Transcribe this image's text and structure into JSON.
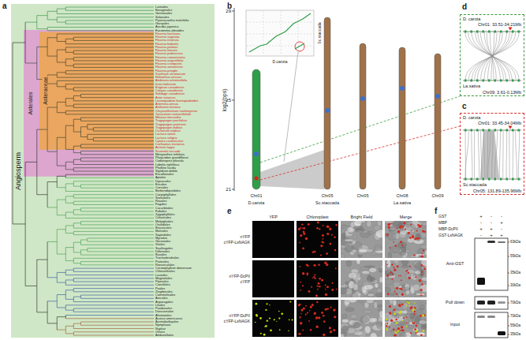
{
  "diagram": {
    "nodes": [
      {
        "text": [
          "Angiosperm"
        ]
      },
      {
        "text": [
          "Asterales"
        ],
        "in": 0
      },
      {
        "text": [
          "Asteraceae"
        ],
        "in": 1
      },
      {
        "text": [
          "D. carota",
          "Chr01: 33.51-34.21Mb",
          "La.sativa",
          "Chr09: 3.61-0.13Mb"
        ]
      },
      {
        "text": [
          "D. carota",
          "Chr01: 33.45-34.04Mb",
          "Sc.staccada",
          "Chr05: 131.89-135.96Mb"
        ]
      }
    ],
    "labels": [
      "a",
      "Lamiales",
      "Boraginales",
      "Gentianales",
      "Solanales",
      "Pyrenacantha malvifolia",
      "Garryales",
      "Aucuba japonica",
      "Eucommia ulmoides",
      "Flaveria kochiana",
      "Flaveria vaginata",
      "Flaveria trinervia",
      "Flaveria bidentis",
      "Flaveria palmeri",
      "Flaveria linearis",
      "Flaveria pubescens",
      "Flaveria ramosissima",
      "Flaveria angustifolia",
      "Flaveria cronquistii",
      "Flaveria sonorensis",
      "Flaveria pringlei",
      "Xanthium strumarium",
      "Helianthus annuus",
      "Ambrosia artemisiifolia",
      "Inula helenium",
      "Erigeron canadensis",
      "Conyza canadensis",
      "Solidago canadensis",
      "Aster tataricus",
      "Leontopodium leontopodioides",
      "Artemisia annua",
      "Anthemis tinctoria",
      "Chrysanthemum nankingense",
      "Tanacetum cinerariifolium",
      "Mikania micrantha",
      "Tragopogon porrifolius",
      "Tragopogon pratensis",
      "Tragopogon dubius",
      "Cichorium intybus",
      "Lactuca sativa",
      "Lactuca saligna",
      "Cynara cardunculus",
      "Carthamus tinctorius",
      "Arctium lappa",
      "Scaevola taccada",
      "Menyanthes trifoliata",
      "Platycodon grandiflorus",
      "Codonopsis pilosula",
      "Lobelia siphilitica",
      "Phelline lucida",
      "Stylidium debile",
      "Escalloniales",
      "Apiales",
      "Dipsacales",
      "Ericales",
      "Cornales",
      "Berberidopsidales",
      "Caryophyllales",
      "Santalales",
      "Rosales",
      "Fagales",
      "Cucurbitales",
      "Fabales",
      "Zygophyllales",
      "Celastrales",
      "Malpighiales",
      "Oxalidales",
      "Brassicales",
      "Malvales",
      "Sapindales",
      "Myrtales",
      "Geraniales",
      "Vitales",
      "Saxifragales",
      "Dilleniales",
      "Buxales",
      "Trochodendrales",
      "Proteales",
      "Ranunculales",
      "Ceratophyllum demersum",
      "Chloranthales",
      "Laurales",
      "Magnoliales",
      "Piperales",
      "Canellales",
      "Poales",
      "Zingiberales",
      "Commelinales",
      "Arecales",
      "Asparagales",
      "Liliales",
      "Pandanales",
      "Dioscoreales",
      "Alismatales",
      "Acorus americanus",
      "Austrobaileyales",
      "Nymphaea",
      "Nuphar",
      "Others",
      "Amborellales",
      "b",
      "29",
      "25",
      "21",
      "log2(bps)",
      "D.carota",
      "Sc.staccada",
      "Chr01",
      "D.carota",
      "Chr05",
      "Sc.staccada",
      "Chr05",
      "Chr08",
      "Chr09",
      "La.sativa",
      "d",
      "c",
      "e",
      "YFP",
      "Chloroplast",
      "Bright Field",
      "Merge",
      "nYFP",
      "cYFP-LsNAGK",
      "nYFP-DcPII",
      "cYFP",
      "nYFP-DcPII",
      "cYFP-LsNAGK",
      "f",
      "GST",
      "MBP",
      "MBP-DcPII",
      "GST-LsNAGK",
      "+",
      "-",
      "-",
      "-",
      "-",
      "+",
      "+",
      "+",
      "-",
      "-",
      "+",
      "+",
      "63kDa",
      "55kDa",
      "35kDa",
      "30kDa",
      "Anti-GST",
      "Pull down",
      "70kDa",
      "Input",
      "70kDa",
      "55kDa",
      "35kDa"
    ]
  }
}
